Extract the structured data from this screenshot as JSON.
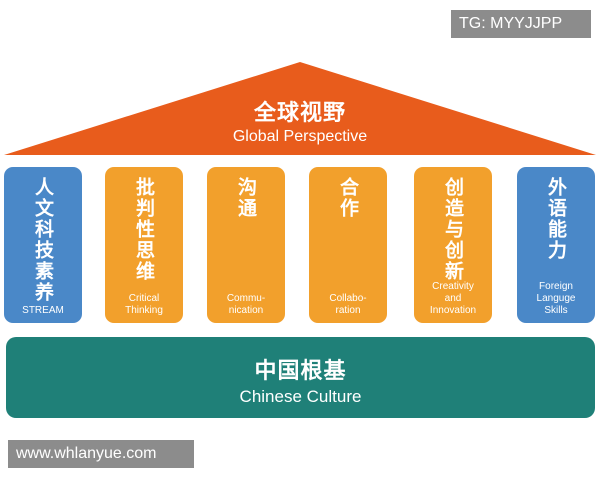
{
  "watermarks": {
    "top": "TG: MYYJJPP",
    "bottom": "www.whlanyue.com"
  },
  "roof": {
    "title_zh": "全球视野",
    "title_en": "Global Perspective",
    "color": "#e85c1c"
  },
  "pillars": [
    {
      "zh": "人文科技素养",
      "en": "STREAM",
      "color": "#4a88c8"
    },
    {
      "zh": "批判性思维",
      "en": "Critical\nThinking",
      "color": "#f2a02c"
    },
    {
      "zh": "沟通",
      "en": "Commu-\nnication",
      "color": "#f2a02c"
    },
    {
      "zh": "合作",
      "en": "Collabo-\nration",
      "color": "#f2a02c"
    },
    {
      "zh": "创造与创新",
      "en": "Creativity\nand\nInnovation",
      "color": "#f2a02c"
    },
    {
      "zh": "外语能力",
      "en": "Foreign\nLanguge\nSkills",
      "color": "#4a88c8"
    }
  ],
  "base": {
    "title_zh": "中国根基",
    "title_en": "Chinese Culture",
    "color": "#1f8078"
  }
}
